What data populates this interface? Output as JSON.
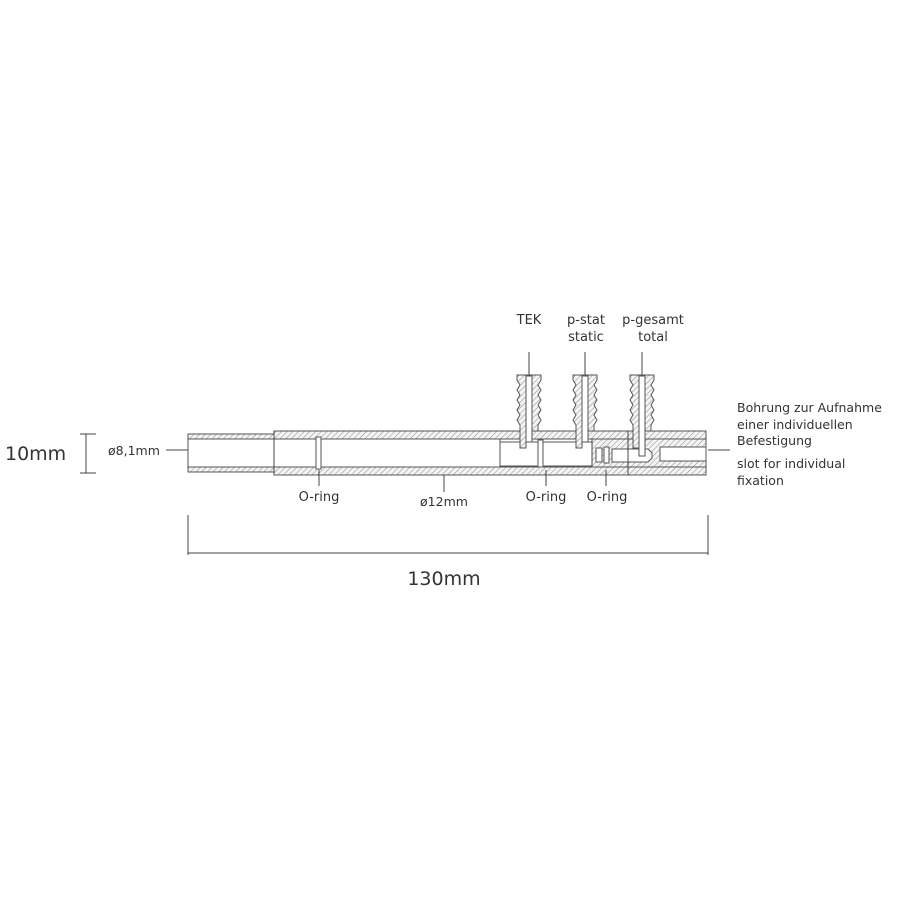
{
  "dimensions": {
    "height": "10mm",
    "length": "130mm",
    "inner_diameter_small": "ø8,1mm",
    "inner_diameter_main": "ø12mm"
  },
  "ports": {
    "tek": "TEK",
    "pstat_de": "p-stat",
    "pstat_en": "static",
    "pges_de": "p-gesamt",
    "pges_en": "total"
  },
  "orings": {
    "label_1": "O-ring",
    "label_2": "O-ring",
    "label_3": "O-ring"
  },
  "slot_note": {
    "de_line1": "Bohrung zur Aufnahme",
    "de_line2": "einer individuellen",
    "de_line3": "Befestigung",
    "en_line1": "slot for individual",
    "en_line2": "fixation"
  }
}
